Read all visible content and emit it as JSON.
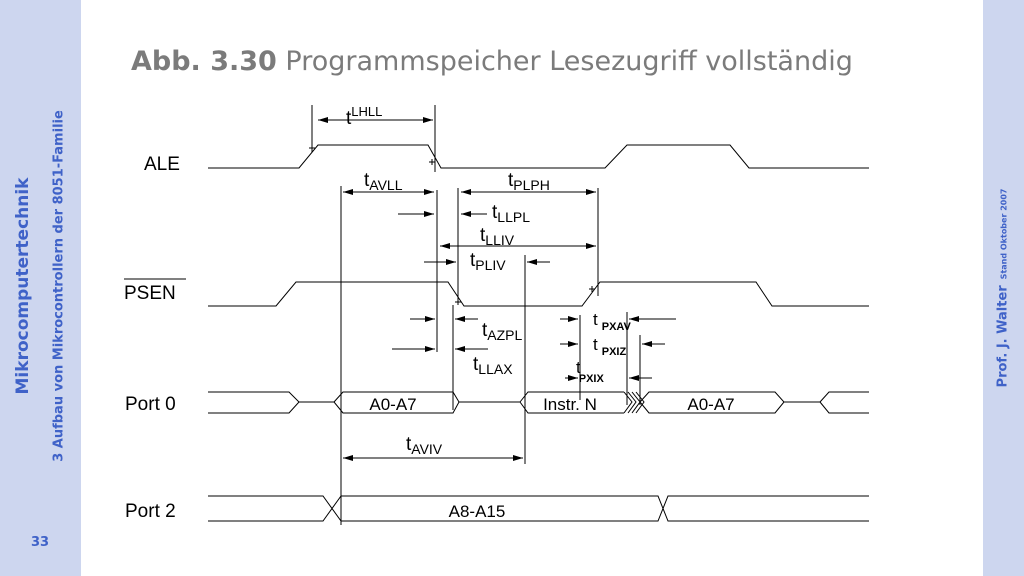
{
  "sidebar": {
    "title": "Mikrocomputertechnik",
    "subtitle": "3 Aufbau von Mikrocontrollern der 8051-Familie",
    "page_number": "33"
  },
  "right_band": {
    "author": "Prof. J. Walter",
    "stand": "Stand Oktober 2007"
  },
  "header": {
    "figure_number": "Abb. 3.30",
    "title": "Programmspeicher Lesezugriff vollständig"
  },
  "signals": {
    "ale": "ALE",
    "psen": "PSEN",
    "port0": "Port 0",
    "port2": "Port 2"
  },
  "bus_labels": {
    "p0_addr_1": "A0-A7",
    "p0_instr": "Instr. N",
    "p0_addr_2": "A0-A7",
    "p2_addr": "A8-A15"
  },
  "timings": {
    "lhll": {
      "t": "t",
      "sub": "LHLL"
    },
    "avll": {
      "t": "t",
      "sub": "AVLL"
    },
    "plph": {
      "t": "t",
      "sub": "PLPH"
    },
    "llpl": {
      "t": "t",
      "sub": "LLPL"
    },
    "lliv": {
      "t": "t",
      "sub": "LLIV"
    },
    "pliv": {
      "t": "t",
      "sub": "PLIV"
    },
    "pxav": {
      "t": "t",
      "sub": "PXAV"
    },
    "azpl": {
      "t": "t",
      "sub": "AZPL"
    },
    "pxiz": {
      "t": "t",
      "sub": "PXIZ"
    },
    "llax": {
      "t": "t",
      "sub": "LLAX"
    },
    "pxix": {
      "t": "t",
      "sub": "PXIX"
    },
    "aviv": {
      "t": "t",
      "sub": "AVIV"
    }
  }
}
